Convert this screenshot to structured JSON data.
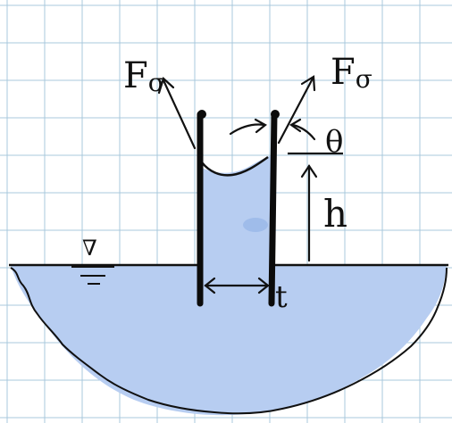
{
  "labels": {
    "force_left": {
      "main": "F",
      "sub": "σ"
    },
    "force_right": {
      "main": "F",
      "sub": "σ"
    },
    "angle": "θ",
    "height": "h",
    "gap": "t",
    "free_surface_symbol": "∇"
  },
  "colors": {
    "water": "#b7cdf1",
    "water_dark": "#8fb0e6",
    "grid": "#a9c9dc",
    "ink": "#111111",
    "wall": "#0b0b0b"
  },
  "icons": {
    "free_surface": "triangle-down-icon",
    "arrows": "hand-drawn-arrow-icon"
  }
}
